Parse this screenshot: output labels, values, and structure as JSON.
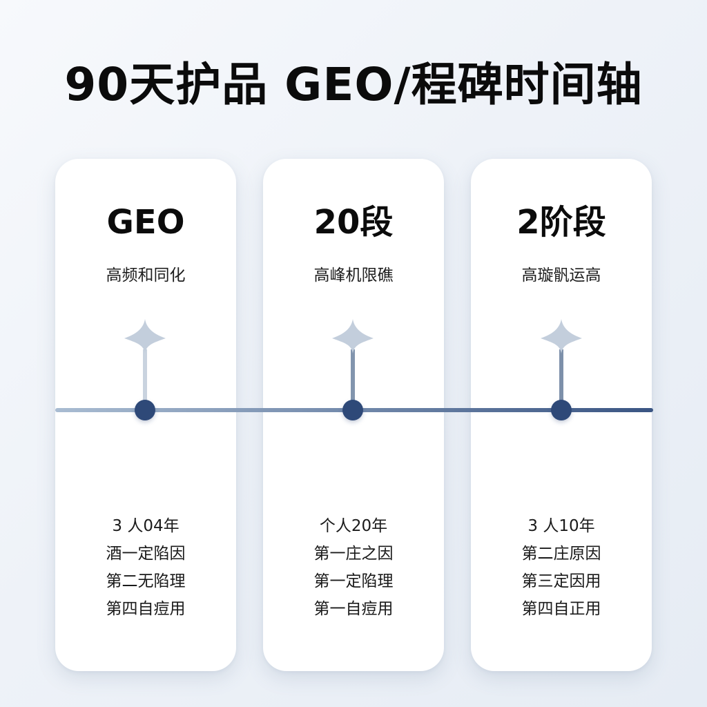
{
  "title": "90天护品 GEO/程碑时间轴",
  "colors": {
    "axis_start": "#a9bcd2",
    "axis_end": "#3a5583",
    "node": "#2f4a78",
    "marker": "#c3cedc"
  },
  "cards": [
    {
      "heading": "GEO",
      "subtitle": "高频和同化",
      "lines": [
        "3 人04年",
        "酒一定陷因",
        "第二无陷理",
        "第四自痘用"
      ]
    },
    {
      "heading": "20段",
      "subtitle": "高峰机限礁",
      "lines": [
        "个人20年",
        "第一庄之因",
        "第一定陷理",
        "第一自痘用"
      ]
    },
    {
      "heading": "2阶段",
      "subtitle": "高璇骪运高",
      "lines": [
        "3 人10年",
        "第二庄原因",
        "第三定因用",
        "第四自正用"
      ]
    }
  ]
}
